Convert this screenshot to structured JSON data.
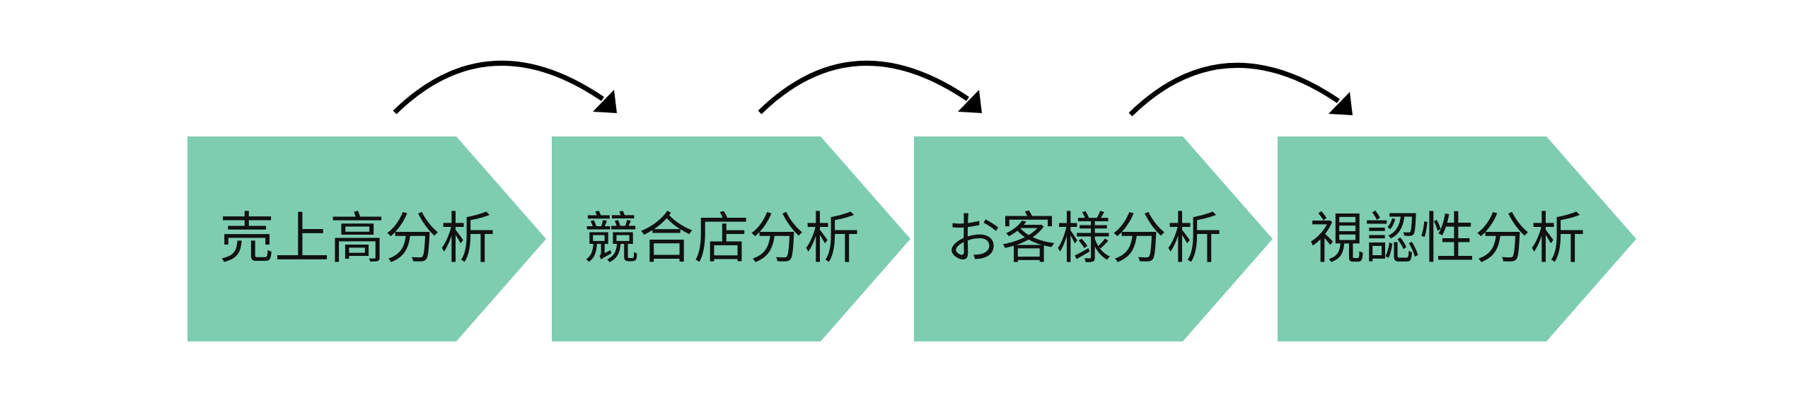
{
  "steps": [
    {
      "label": "売上高分析"
    },
    {
      "label": "競合店分析"
    },
    {
      "label": "お客様分析"
    },
    {
      "label": "視認性分析"
    }
  ],
  "colors": {
    "step_fill": "#7ecdb1",
    "text": "#111111",
    "arrow": "#000000",
    "background": "#ffffff"
  }
}
